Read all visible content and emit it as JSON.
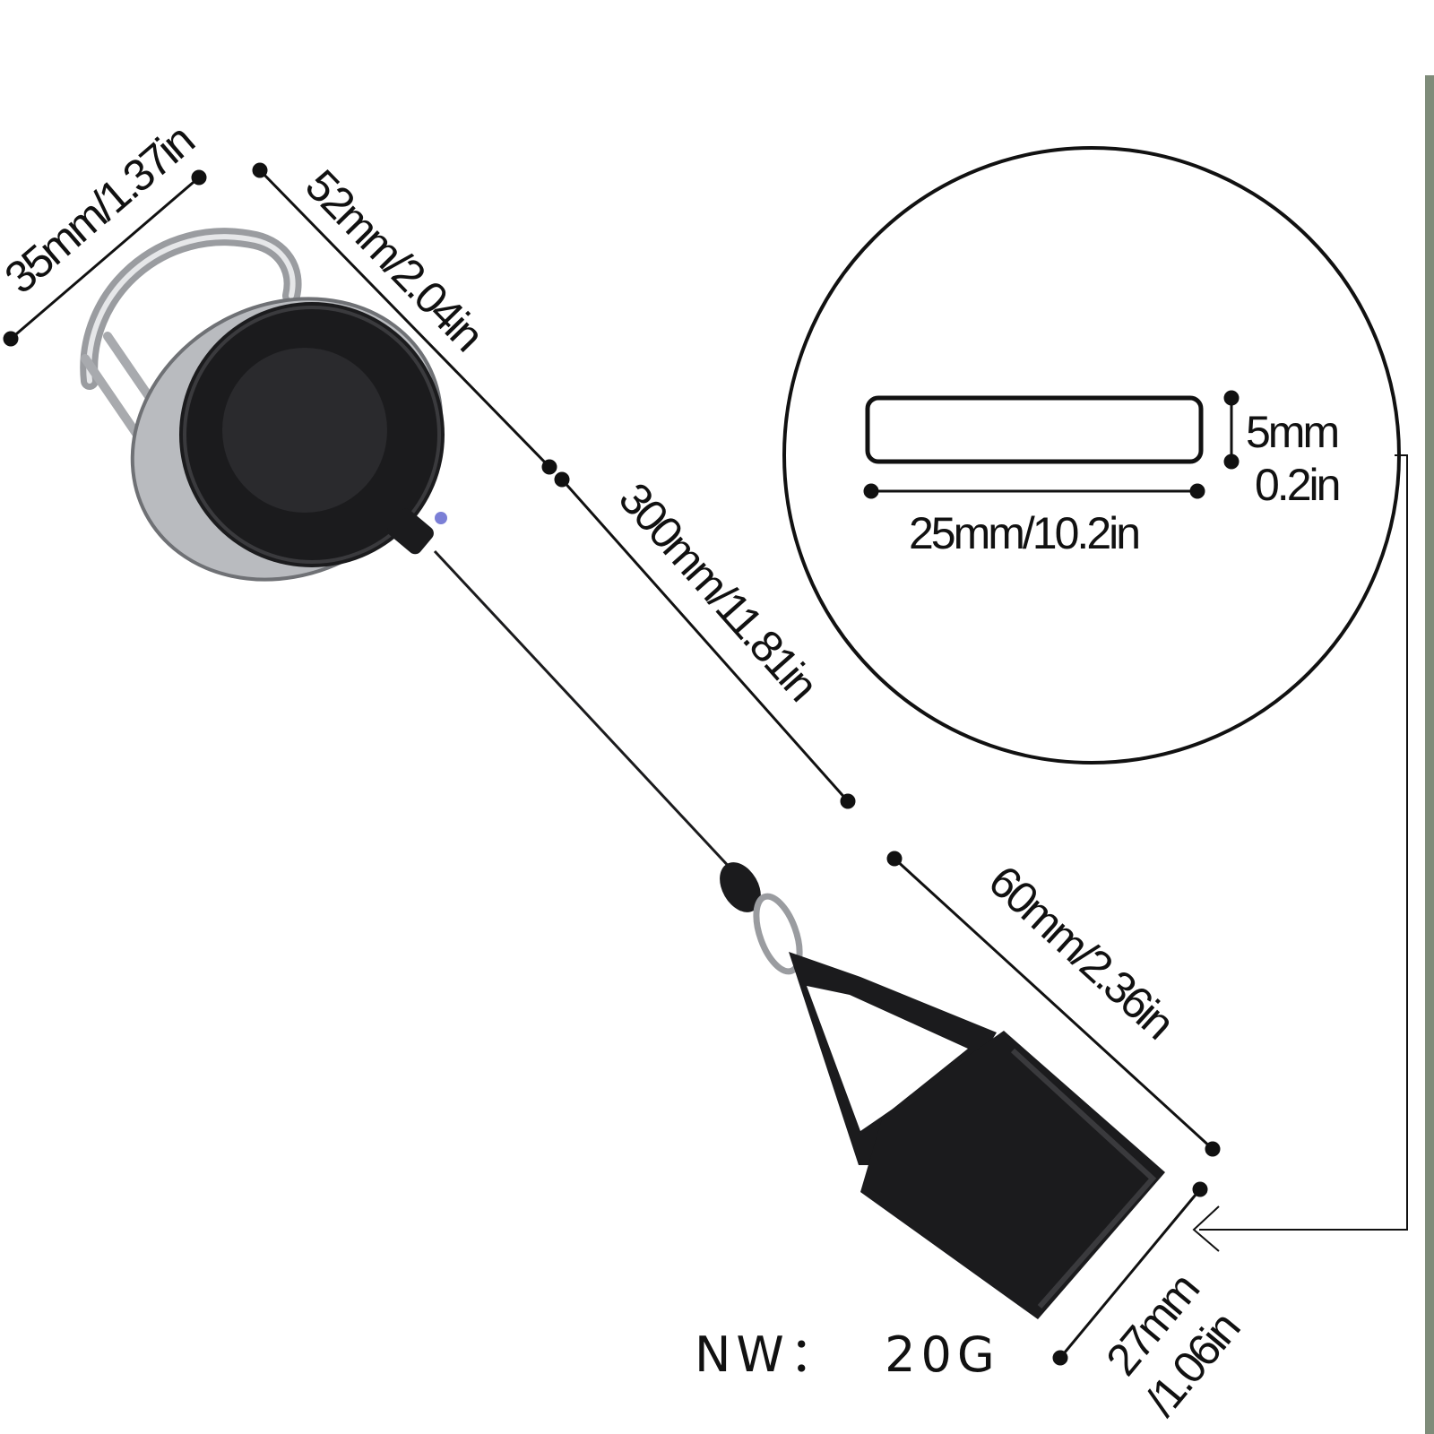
{
  "colors": {
    "ink": "#111111",
    "product": "#1b1b1d",
    "metal": "#9a9ca0",
    "edge_strip": "#7f8c7a"
  },
  "dimensions": {
    "clip_width": "35mm/1.37in",
    "clip_length": "52mm/2.04in",
    "cord_length": "300mm/11.81in",
    "holder_length": "60mm/2.36in",
    "holder_width_mm": "27mm",
    "holder_width_in": "/1.06in",
    "slot_height_mm": "5mm",
    "slot_height_in": "0.2in",
    "slot_width": "25mm/10.2in"
  },
  "net_weight": "NW：  20G"
}
